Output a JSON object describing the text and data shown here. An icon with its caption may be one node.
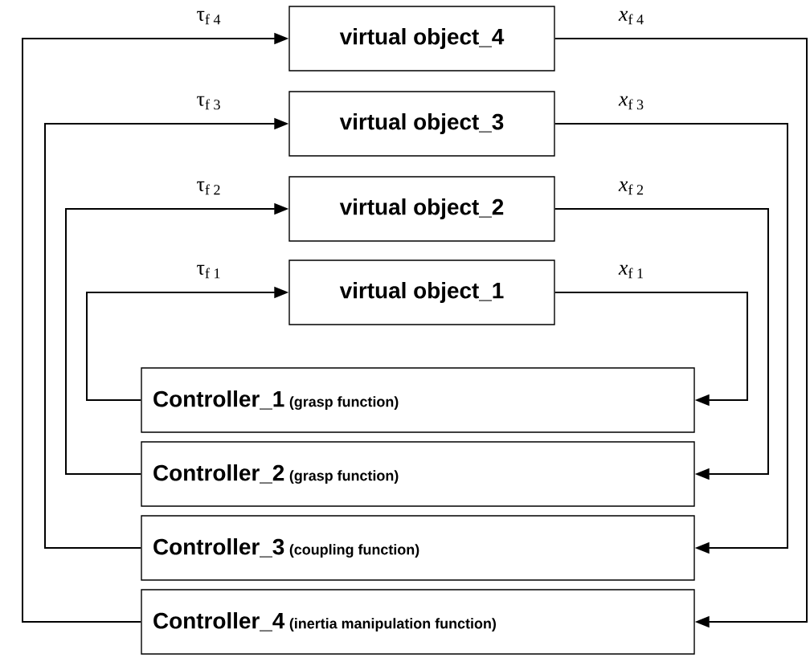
{
  "diagram": {
    "nodes": [
      {
        "text": [
          "virtual object_4"
        ]
      },
      {
        "text": [
          "virtual object_3"
        ]
      },
      {
        "text": [
          "virtual object_2"
        ]
      },
      {
        "text": [
          "virtual object_1"
        ]
      },
      {
        "text": [
          "Controller_1",
          "(grasp function)"
        ]
      },
      {
        "text": [
          "Controller_2",
          "(grasp function)"
        ]
      },
      {
        "text": [
          "Controller_3",
          "(coupling function)"
        ]
      },
      {
        "text": [
          "Controller_4",
          "(inertia manipulation function)"
        ]
      }
    ],
    "edges": [
      {
        "from": 4,
        "to": 3,
        "arrow": "to",
        "label": "τ$_{f 1}$"
      },
      {
        "from": 3,
        "to": 4,
        "arrow": "to",
        "label": "*x*$_{f 1}$"
      },
      {
        "from": 5,
        "to": 2,
        "arrow": "to",
        "label": "τ$_{f 2}$"
      },
      {
        "from": 2,
        "to": 5,
        "arrow": "to",
        "label": "*x*$_{f 2}$"
      },
      {
        "from": 6,
        "to": 1,
        "arrow": "to",
        "label": "τ$_{f 3}$"
      },
      {
        "from": 1,
        "to": 6,
        "arrow": "to",
        "label": "*x*$_{f 3}$"
      },
      {
        "from": 7,
        "to": 0,
        "arrow": "to",
        "label": "τ$_{f 4}$"
      },
      {
        "from": 0,
        "to": 7,
        "arrow": "to",
        "label": "*x*$_{f 4}$"
      }
    ]
  }
}
